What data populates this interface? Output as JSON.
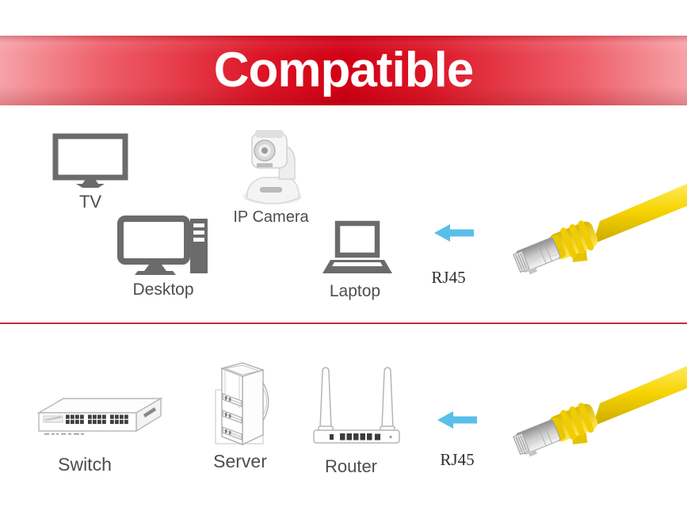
{
  "banner": {
    "title": "Compatible"
  },
  "top_row": {
    "devices": [
      {
        "name": "tv",
        "label": "TV",
        "icon": "tv-icon"
      },
      {
        "name": "ip_camera",
        "label": "IP Camera",
        "icon": "ip-camera-icon"
      },
      {
        "name": "desktop",
        "label": "Desktop",
        "icon": "desktop-pc-icon"
      },
      {
        "name": "laptop",
        "label": "Laptop",
        "icon": "laptop-icon"
      }
    ],
    "arrow_icon": "left-arrow-icon",
    "connector_label": "RJ45",
    "cable_image": "yellow-rj45-cable"
  },
  "bottom_row": {
    "devices": [
      {
        "name": "switch",
        "label": "Switch",
        "icon": "network-switch-icon"
      },
      {
        "name": "server",
        "label": "Server",
        "icon": "server-rack-icon"
      },
      {
        "name": "router",
        "label": "Router",
        "icon": "router-icon"
      }
    ],
    "arrow_icon": "left-arrow-icon",
    "connector_label": "RJ45",
    "cable_image": "yellow-rj45-cable"
  },
  "colors": {
    "banner_red_center": "#d00014",
    "banner_pink_edge": "#f6a2a8",
    "divider_red": "#bf1120",
    "icon_gray": "#6b6b6b",
    "outline_gray": "#b7b7b7",
    "label_gray": "#4d4d4d",
    "rj45_text": "#2f2f2f",
    "arrow_blue": "#58bfe9",
    "cable_yellow": "#f6d400"
  }
}
